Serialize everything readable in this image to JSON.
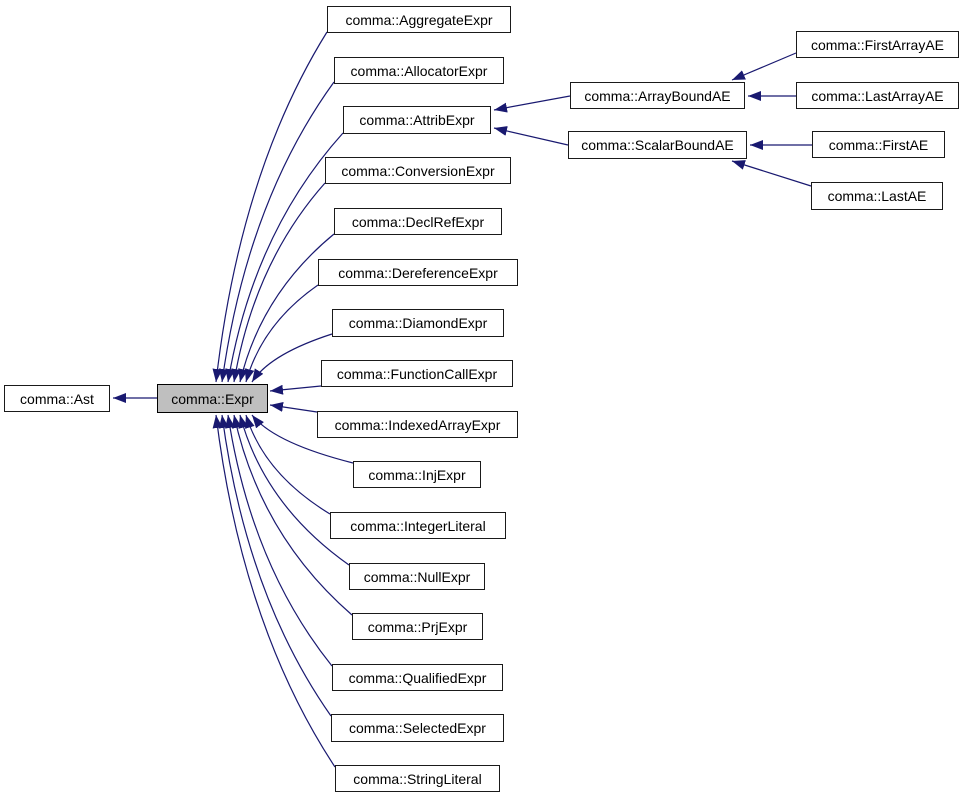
{
  "diagram": {
    "kind": "class-inheritance-graph",
    "colors": {
      "edge": "#191970",
      "node_border": "#1a1a1a",
      "node_fill": "#ffffff",
      "current_node_fill": "#bfbfbf",
      "background": "#ffffff",
      "text": "#000000"
    },
    "nodes": {
      "ast": {
        "label": "comma::Ast"
      },
      "expr": {
        "label": "comma::Expr",
        "current": true
      },
      "aggregate": {
        "label": "comma::AggregateExpr"
      },
      "allocator": {
        "label": "comma::AllocatorExpr"
      },
      "attrib": {
        "label": "comma::AttribExpr"
      },
      "conversion": {
        "label": "comma::ConversionExpr"
      },
      "declref": {
        "label": "comma::DeclRefExpr"
      },
      "dereference": {
        "label": "comma::DereferenceExpr"
      },
      "diamond": {
        "label": "comma::DiamondExpr"
      },
      "functioncall": {
        "label": "comma::FunctionCallExpr"
      },
      "indexedarray": {
        "label": "comma::IndexedArrayExpr"
      },
      "inj": {
        "label": "comma::InjExpr"
      },
      "integerliteral": {
        "label": "comma::IntegerLiteral"
      },
      "nullexpr": {
        "label": "comma::NullExpr"
      },
      "prj": {
        "label": "comma::PrjExpr"
      },
      "qualified": {
        "label": "comma::QualifiedExpr"
      },
      "selected": {
        "label": "comma::SelectedExpr"
      },
      "stringliteral": {
        "label": "comma::StringLiteral"
      },
      "arraybound": {
        "label": "comma::ArrayBoundAE"
      },
      "scalarbound": {
        "label": "comma::ScalarBoundAE"
      },
      "firstarray": {
        "label": "comma::FirstArrayAE"
      },
      "lastarray": {
        "label": "comma::LastArrayAE"
      },
      "firstae": {
        "label": "comma::FirstAE"
      },
      "lastae": {
        "label": "comma::LastAE"
      }
    },
    "edges": [
      {
        "derived": "expr",
        "base": "ast"
      },
      {
        "derived": "aggregate",
        "base": "expr"
      },
      {
        "derived": "allocator",
        "base": "expr"
      },
      {
        "derived": "attrib",
        "base": "expr"
      },
      {
        "derived": "conversion",
        "base": "expr"
      },
      {
        "derived": "declref",
        "base": "expr"
      },
      {
        "derived": "dereference",
        "base": "expr"
      },
      {
        "derived": "diamond",
        "base": "expr"
      },
      {
        "derived": "functioncall",
        "base": "expr"
      },
      {
        "derived": "indexedarray",
        "base": "expr"
      },
      {
        "derived": "inj",
        "base": "expr"
      },
      {
        "derived": "integerliteral",
        "base": "expr"
      },
      {
        "derived": "nullexpr",
        "base": "expr"
      },
      {
        "derived": "prj",
        "base": "expr"
      },
      {
        "derived": "qualified",
        "base": "expr"
      },
      {
        "derived": "selected",
        "base": "expr"
      },
      {
        "derived": "stringliteral",
        "base": "expr"
      },
      {
        "derived": "arraybound",
        "base": "attrib"
      },
      {
        "derived": "scalarbound",
        "base": "attrib"
      },
      {
        "derived": "firstarray",
        "base": "arraybound"
      },
      {
        "derived": "lastarray",
        "base": "arraybound"
      },
      {
        "derived": "firstae",
        "base": "scalarbound"
      },
      {
        "derived": "lastae",
        "base": "scalarbound"
      }
    ]
  }
}
